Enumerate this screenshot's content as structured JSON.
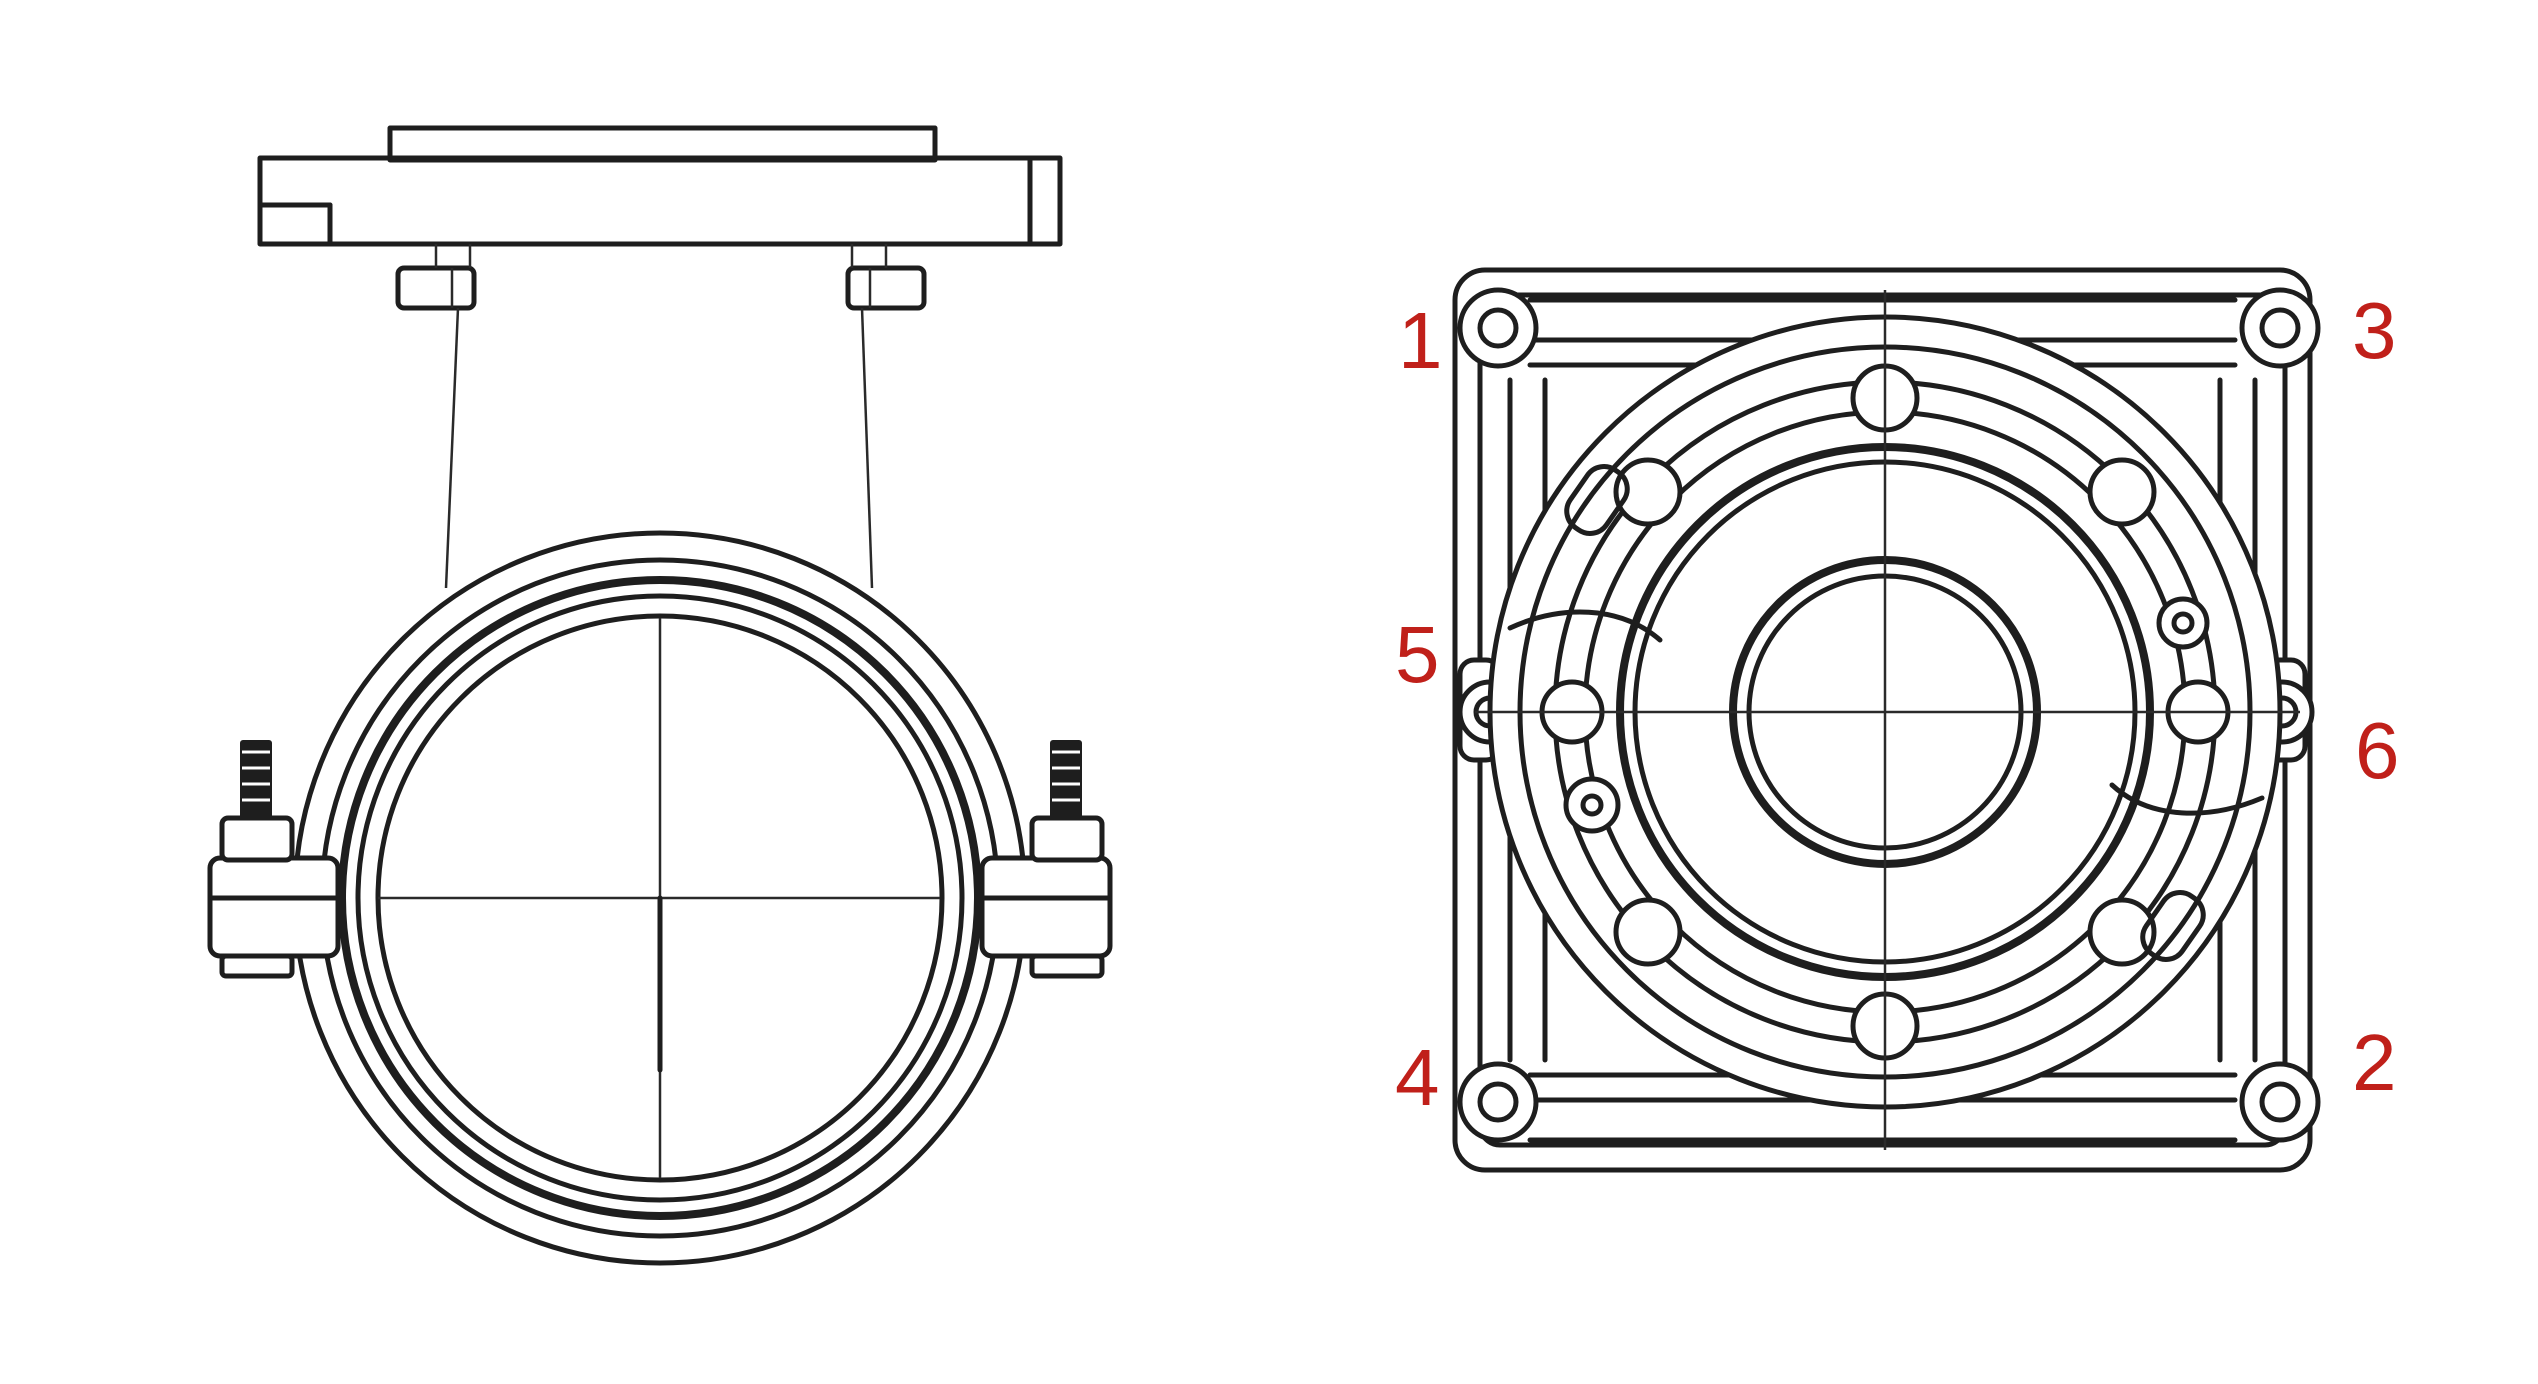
{
  "colors": {
    "line": "#1e1e1e",
    "label": "#c0201a",
    "background": "#ffffff"
  },
  "bolt_sequence": {
    "labels": [
      "1",
      "2",
      "3",
      "4",
      "5",
      "6"
    ]
  }
}
